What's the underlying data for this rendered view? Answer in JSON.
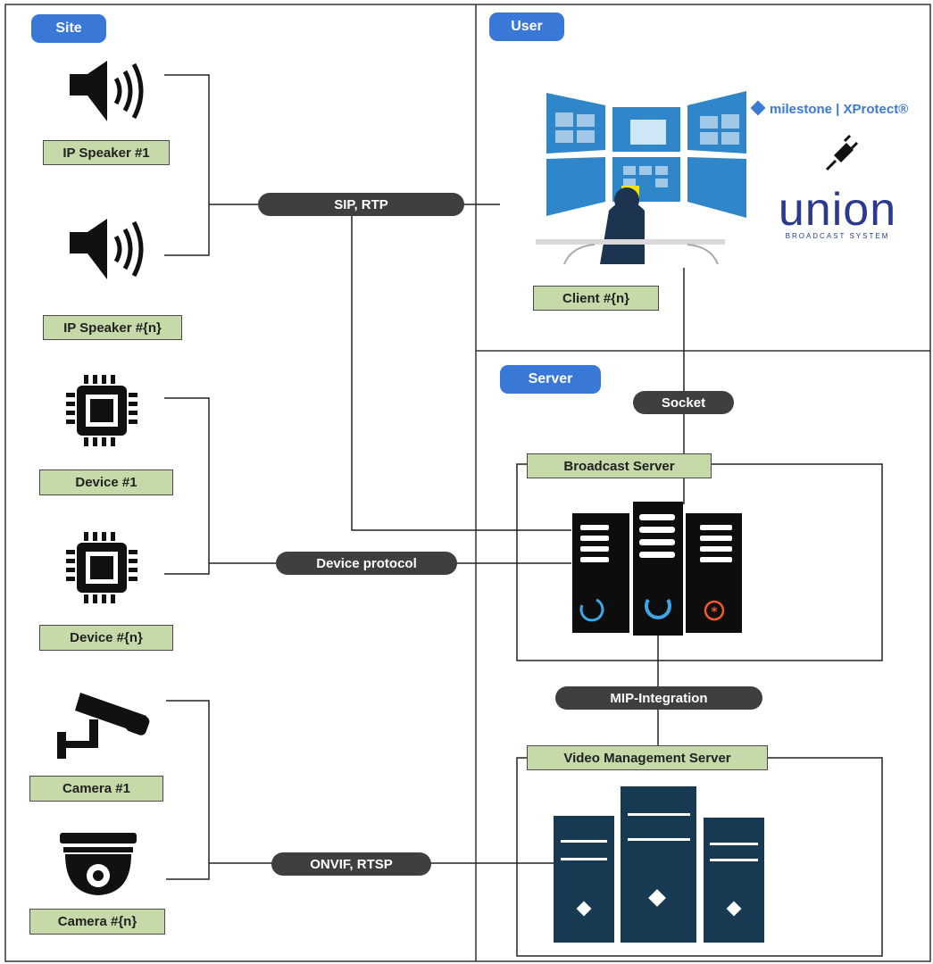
{
  "zones": {
    "site": "Site",
    "user": "User",
    "server": "Server"
  },
  "labels": {
    "ip_speaker_1": "IP Speaker #1",
    "ip_speaker_n": "IP Speaker #{n}",
    "device_1": "Device #1",
    "device_n": "Device #{n}",
    "camera_1": "Camera #1",
    "camera_n": "Camera #{n}",
    "client_n": "Client #{n}",
    "broadcast_server": "Broadcast Server",
    "video_management_server": "Video Management Server"
  },
  "protocols": {
    "sip_rtp": "SIP, RTP",
    "device_protocol": "Device protocol",
    "onvif_rtsp": "ONVIF, RTSP",
    "socket": "Socket",
    "mip_integration": "MIP-Integration"
  },
  "brands": {
    "milestone": "milestone | XProtect®",
    "union": "union",
    "union_sub": "BROADCAST SYSTEM"
  },
  "colors": {
    "zone_tag": "#3a78d8",
    "label_fill": "#c6d9a8",
    "pill_fill": "#3f3f3f",
    "server_rack": "#0d0d0d",
    "vms_server": "#173a52",
    "monitor": "#2f86c8"
  },
  "icons": [
    "speaker-icon",
    "chip-icon",
    "bullet-camera-icon",
    "dome-camera-icon",
    "monitor-wall-icon",
    "server-rack-icon",
    "vms-server-icon",
    "plug-icon"
  ]
}
